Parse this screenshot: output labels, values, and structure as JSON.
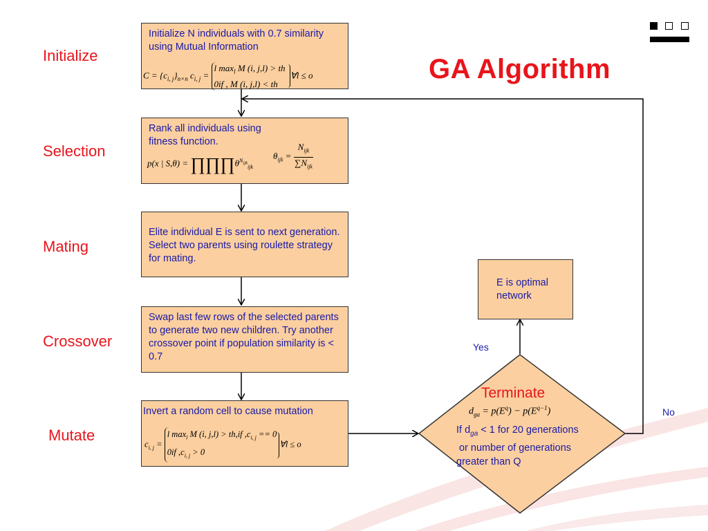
{
  "slide": {
    "title": "GA Algorithm",
    "colors": {
      "accent": "#e8141b",
      "box_fill": "#fbcf9f",
      "box_text": "#1a1aa8"
    },
    "icons": [
      "three-squares-icon"
    ]
  },
  "stages": {
    "initialize": "Initialize",
    "selection": "Selection",
    "mating": "Mating",
    "crossover": "Crossover",
    "mutate": "Mutate"
  },
  "boxes": {
    "initialize": {
      "text": "Initialize N individuals with 0.7 similarity using Mutual Information",
      "formula_lhs": "C = {c",
      "formula_line1": "l  max",
      "formula_line1b": "M (i, j,l) > th",
      "formula_line2": "0if , M (i, j,l) < th",
      "formula_rhs": "∀l ≤ o"
    },
    "selection": {
      "text": "Rank all individuals using fitness function.",
      "formula_p": "p(x | S,θ) =",
      "formula_theta": "θ",
      "formula_num": "N",
      "formula_den": "N"
    },
    "mating": {
      "text": "Elite individual E is sent to next generation. Select two parents using roulette strategy for mating."
    },
    "crossover": {
      "text": "Swap last few rows of the selected parents to generate two new children. Try another crossover point if population similarity is < 0.7"
    },
    "mutate": {
      "text": "Invert a random cell to cause mutation",
      "formula_lhs": "c",
      "formula_line1": "l  max",
      "formula_line1b": "M (i, j,l) > th,if ,c",
      "formula_line1c": "== 0",
      "formula_line2": "0if ,c",
      "formula_line2b": "> 0",
      "formula_rhs": "∀l ≤ o"
    },
    "optimal": {
      "text": "E is optimal network"
    }
  },
  "decision": {
    "title": "Terminate",
    "formula": "= p(E",
    "formula_mid": ") − p(E",
    "formula_end": ")",
    "condition_if": "If d",
    "condition_rest": "< 1 for 20 generations",
    "condition_line2": "or number of generations",
    "condition_line3": "greater than Q"
  },
  "edges": {
    "yes": "Yes",
    "no": "No"
  }
}
